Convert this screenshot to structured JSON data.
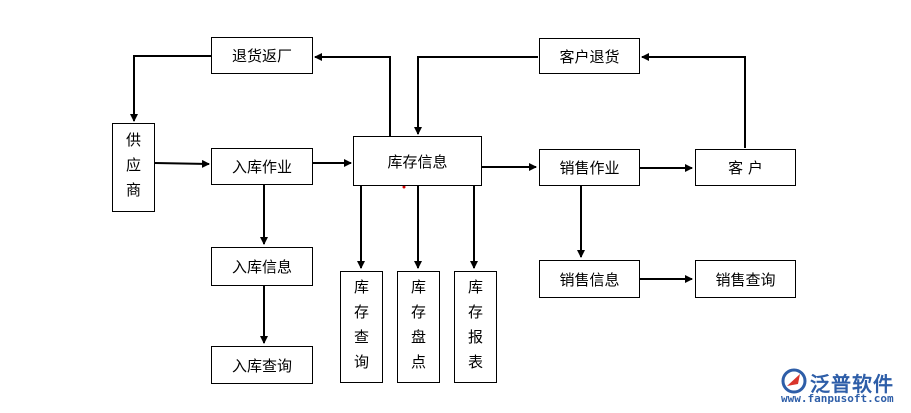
{
  "nodes": {
    "supplier": "供应商",
    "return_factory": "退货返厂",
    "inbound_op": "入库作业",
    "inbound_info": "入库信息",
    "inbound_query": "入库查询",
    "inventory_info": "库存信息",
    "inv_query": "库存查询",
    "inv_check": "库存盘点",
    "inv_report": "库存报表",
    "customer_return": "客户退货",
    "sales_op": "销售作业",
    "customer": "客 户",
    "sales_info": "销售信息",
    "sales_query": "销售查询"
  },
  "logo": {
    "name": "泛普软件",
    "url": "www.fanpusoft.com",
    "icon": "fanpu-logo-icon",
    "color": "#2e5ea8"
  }
}
